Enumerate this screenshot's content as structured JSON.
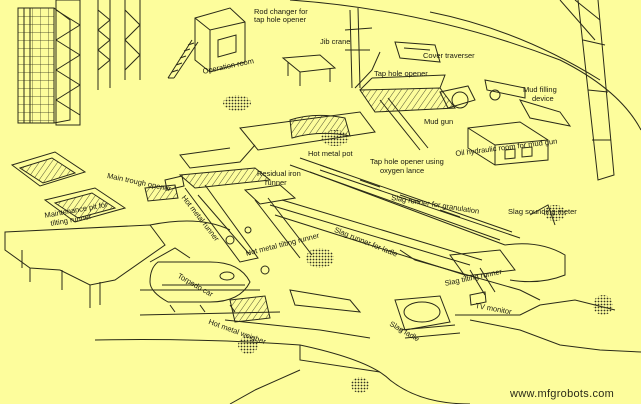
{
  "labels": {
    "rod_changer": "Rod changer for",
    "rod_changer_2": "tap hole opener",
    "jib_crane": "Jib crane",
    "cover_traverser": "Cover traverser",
    "operation_room": "Operation room",
    "tap_hole_opener": "Tap hole opener",
    "mud_filling": "Mud filling",
    "mud_filling_2": "device",
    "mud_gun": "Mud gun",
    "oil_hydraulic": "Oil hydraulic room for mud gun",
    "hot_metal_pot": "Hot metal pot",
    "tap_hole_oxygen": "Tap hole opener using",
    "tap_hole_oxygen_2": "oxygen lance",
    "main_trough": "Main trough opener",
    "residual_iron": "Residual iron",
    "residual_iron_2": "runner",
    "slag_runner_gran": "Slag runner for granulation",
    "slag_sounding": "Slag sounding meter",
    "maintenance_pit": "Maintenance pit for",
    "maintenance_pit_2": "tilting runner",
    "hot_metal_runner": "Hot metal runner",
    "hot_metal_tilting": "Hot metal tilting runner",
    "slag_runner_ladle": "Slag runner for ladle",
    "slag_tilting": "Slag tilting runner",
    "torpedo_car": "Torpedo car",
    "tv_monitor": "TV monitor",
    "hot_metal_weigher": "Hot metal weigher",
    "slag_ladle": "Slag ladle"
  },
  "watermark": "www.mfgrobots.com",
  "colors": {
    "background": "#fdfd9c",
    "ink": "#1a1a10"
  }
}
